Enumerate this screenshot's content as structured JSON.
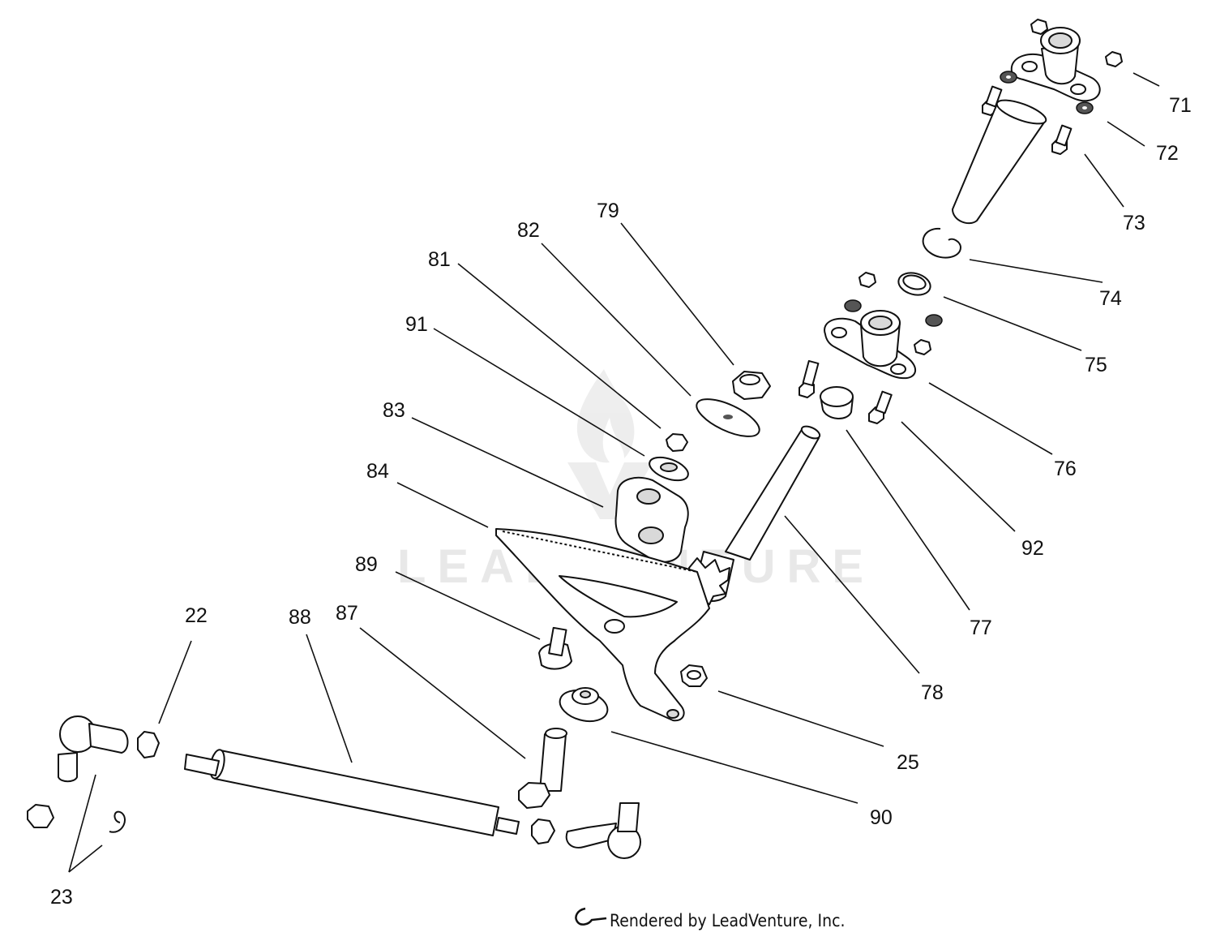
{
  "watermark": {
    "text": "LEADVENTURE"
  },
  "credit": {
    "text": "Rendered by LeadVenture, Inc."
  },
  "callouts": [
    {
      "id": "71",
      "label": "71"
    },
    {
      "id": "72",
      "label": "72"
    },
    {
      "id": "73",
      "label": "73"
    },
    {
      "id": "74",
      "label": "74"
    },
    {
      "id": "75",
      "label": "75"
    },
    {
      "id": "76",
      "label": "76"
    },
    {
      "id": "92",
      "label": "92"
    },
    {
      "id": "77",
      "label": "77"
    },
    {
      "id": "78",
      "label": "78"
    },
    {
      "id": "25",
      "label": "25"
    },
    {
      "id": "90",
      "label": "90"
    },
    {
      "id": "79",
      "label": "79"
    },
    {
      "id": "82",
      "label": "82"
    },
    {
      "id": "81",
      "label": "81"
    },
    {
      "id": "91",
      "label": "91"
    },
    {
      "id": "83",
      "label": "83"
    },
    {
      "id": "84",
      "label": "84"
    },
    {
      "id": "89",
      "label": "89"
    },
    {
      "id": "87",
      "label": "87"
    },
    {
      "id": "88",
      "label": "88"
    },
    {
      "id": "22",
      "label": "22"
    },
    {
      "id": "23",
      "label": "23"
    }
  ]
}
